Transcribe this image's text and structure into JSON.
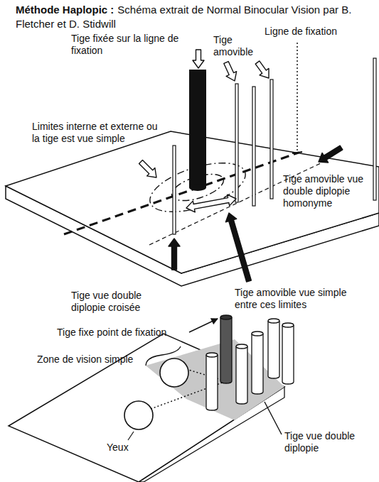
{
  "diagram": {
    "title": "Méthode Haplopic :",
    "labels": [
      "Schéma extrait de Normal Binocular Vision par B. Fletcher et D. Stidwill",
      "Tige fixée sur la ligne de fixation",
      "Tige amovible",
      "Ligne de fixation",
      "Limites interne et externe ou la tige est vue simple",
      "Tige amovible vue double diplopie homonyme",
      "Tige vue double diplopie croisée",
      "Tige amovible vue simple entre ces limites",
      "Tige fixe point de fixation",
      "Zone de vision simple",
      "Yeux",
      "Tige vue double diplopie"
    ]
  }
}
